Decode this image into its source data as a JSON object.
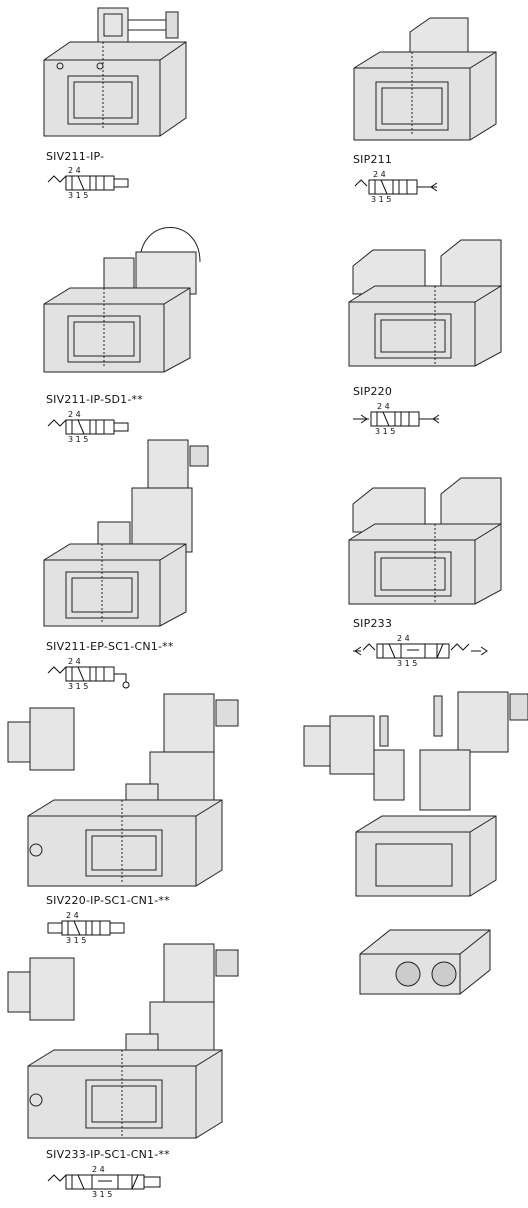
{
  "items": [
    {
      "id": "siv211-ip",
      "model": "SIV211-IP-",
      "ports_top": "2  4",
      "ports_bottom": "3 1 5"
    },
    {
      "id": "sip211",
      "model": "SIP211",
      "ports_top": "2  4",
      "ports_bottom": "3 1 5"
    },
    {
      "id": "siv211-ip-sd1",
      "model": "SIV211-IP-SD1-**",
      "ports_top": "2  4",
      "ports_bottom": "3 1 5"
    },
    {
      "id": "sip220",
      "model": "SIP220",
      "ports_top": "2  4",
      "ports_bottom": "3 1 5"
    },
    {
      "id": "siv211-ep",
      "model": "SIV211-EP-SC1-CN1-**",
      "ports_top": "2  4",
      "ports_bottom": "3 1 5"
    },
    {
      "id": "sip233",
      "model": "SIP233",
      "ports_top": "2  4",
      "ports_bottom": "3 1 5"
    },
    {
      "id": "siv220-ip",
      "model": "SIV220-IP-SC1-CN1-**",
      "ports_top": "2  4",
      "ports_bottom": "3 1 5"
    },
    {
      "id": "siv233-ip",
      "model": "SIV233-IP-SC1-CN1-**",
      "ports_top": "2  4",
      "ports_bottom": "3 1 5"
    }
  ]
}
